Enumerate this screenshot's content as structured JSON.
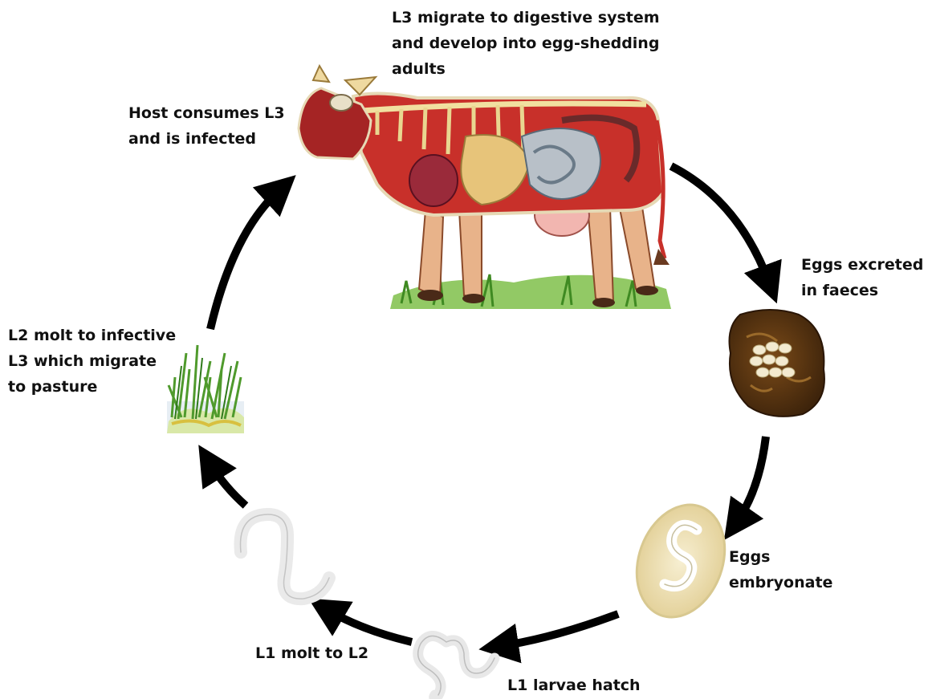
{
  "stages": {
    "l3_migrate": [
      "L3 migrate to digestive system",
      "and develop into egg-shedding",
      "adults"
    ],
    "host_consumes": [
      "Host consumes L3",
      "and is infected"
    ],
    "eggs_excreted": [
      "Eggs excreted",
      "in faeces"
    ],
    "eggs_embryonate": [
      "Eggs",
      "embryonate"
    ],
    "l1_hatch": [
      "L1 larvae hatch"
    ],
    "l1_molt": [
      "L1 molt to L2"
    ],
    "l2_molt": [
      "L2 molt to infective",
      "L3 which migrate",
      "to pasture"
    ]
  },
  "colors": {
    "arrow": "#000000",
    "cow_body": "#c8302a",
    "cow_muscle": "#9e1f1f",
    "faeces": "#5a3410",
    "egg": "#efe2b8",
    "grass": "#4f9a2c",
    "larva": "#e6e6e6"
  },
  "icons": [
    "cow-anatomy-illustration",
    "faeces-with-eggs-illustration",
    "embryonated-egg-illustration",
    "larva-l1-illustration",
    "larva-l2-illustration",
    "pasture-grass-illustration"
  ]
}
